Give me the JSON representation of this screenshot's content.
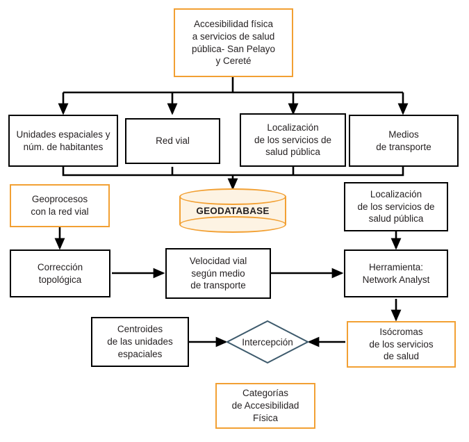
{
  "diagram": {
    "title_node": {
      "label": "Accesibilidad física\na servicios de salud\npública- San Pelayo\ny Cereté"
    },
    "inputs": [
      {
        "label": "Unidades espaciales y\nnúm. de habitantes"
      },
      {
        "label": "Red vial"
      },
      {
        "label": "Localización\nde los servicios de\nsalud pública"
      },
      {
        "label": "Medios\nde transporte"
      }
    ],
    "geoprocesos": {
      "label": "Geoprocesos\ncon la red vial"
    },
    "geodatabase": {
      "label": "GEODATABASE"
    },
    "localizacion_right": {
      "label": "Localización\nde los servicios de\nsalud pública"
    },
    "correccion": {
      "label": "Corrección\ntopológica"
    },
    "velocidad": {
      "label": "Velocidad vial\nsegún medio\nde transporte"
    },
    "herramienta": {
      "label": "Herramienta:\nNetwork Analyst"
    },
    "centroides": {
      "label": "Centroides\nde las unidades\nespaciales"
    },
    "interceptacion": {
      "label": "Intercepción"
    },
    "isocromas": {
      "label": "Isócromas\nde los servicios\nde salud"
    },
    "categorias": {
      "label": "Categorías\nde Accesibilidad\nFísica"
    }
  },
  "colors": {
    "orange": "#f2a033",
    "black": "#000000",
    "diamond_stroke": "#3d5a6c",
    "cylinder_fill": "#fdf3e3",
    "text": "#231f20",
    "background": "#ffffff"
  }
}
